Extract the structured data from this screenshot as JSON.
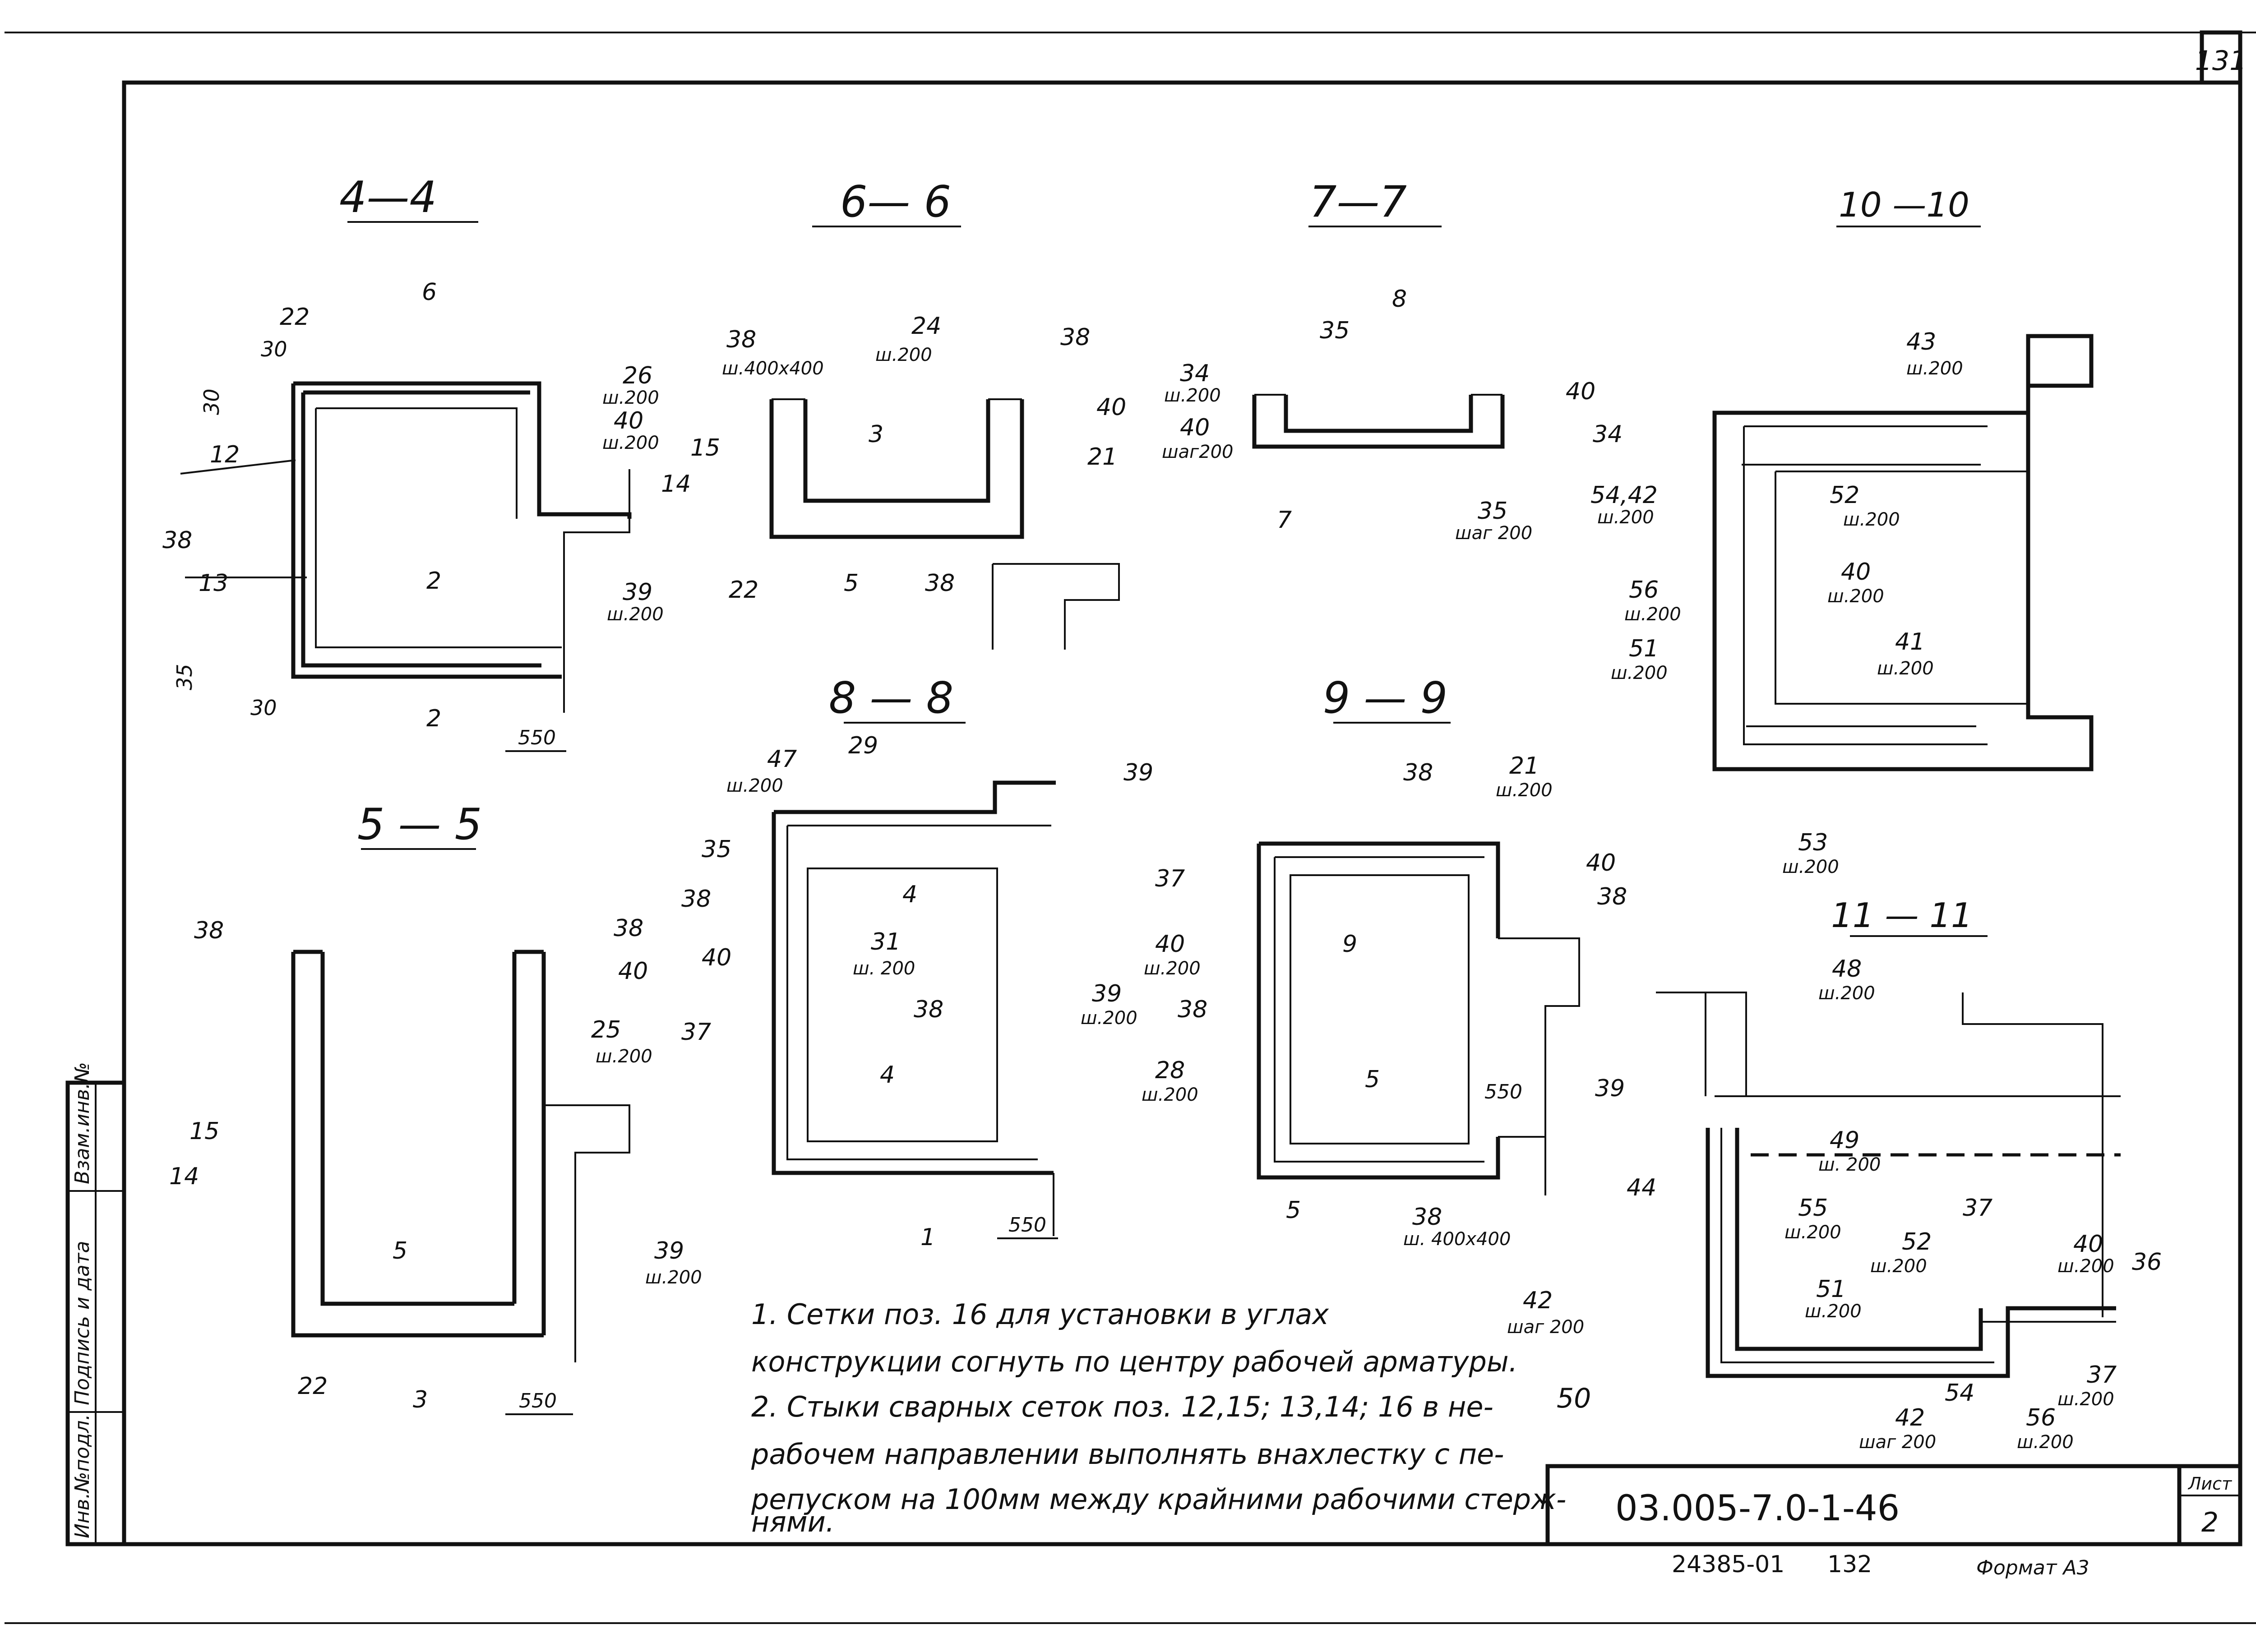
{
  "sheet": {
    "page_number_top": "131",
    "doc_code": "03.005-7.0-1-46",
    "list_label": "Лист",
    "list_number": "2",
    "bottom_code": "24385-01",
    "bottom_page": "132",
    "format": "Формат А3"
  },
  "side_stamp": {
    "col1": "Инв.№подл.",
    "col2": "Подпись и дата",
    "col3": "Взам.инв.№"
  },
  "sections": {
    "s4": {
      "title": "4—4",
      "labels": [
        "6",
        "22",
        "30",
        "30",
        "26",
        "ш.200",
        "40",
        "ш.200",
        "12",
        "38",
        "13",
        "2",
        "39",
        "ш.200",
        "35",
        "30",
        "2",
        "550"
      ]
    },
    "s6": {
      "title": "6— 6",
      "labels": [
        "38",
        "ш.400х400",
        "24",
        "ш.200",
        "38",
        "40",
        "3",
        "15",
        "14",
        "21",
        "22",
        "5",
        "38"
      ]
    },
    "s7": {
      "title": "7—7",
      "labels": [
        "8",
        "35",
        "34",
        "ш.200",
        "40",
        "шаг200",
        "40",
        "34",
        "35",
        "шаг 200",
        "7"
      ]
    },
    "s10": {
      "title": "10 —10",
      "labels": [
        "43",
        "ш.200",
        "54,42",
        "ш.200",
        "52",
        "ш.200",
        "56",
        "ш.200",
        "40",
        "ш.200",
        "51",
        "ш.200",
        "41",
        "ш.200",
        "53",
        "ш.200"
      ]
    },
    "s5": {
      "title": "5 — 5",
      "labels": [
        "38",
        "38",
        "40",
        "25",
        "ш.200",
        "15",
        "14",
        "5",
        "39",
        "ш.200",
        "22",
        "3",
        "550"
      ]
    },
    "s8": {
      "title": "8 — 8",
      "labels": [
        "47",
        "ш.200",
        "29",
        "39",
        "35",
        "4",
        "38",
        "31",
        "ш. 200",
        "40",
        "37",
        "38",
        "4",
        "39",
        "ш.200",
        "1",
        "550"
      ]
    },
    "s9": {
      "title": "9 — 9",
      "labels": [
        "38",
        "21",
        "ш.200",
        "37",
        "40",
        "9",
        "38",
        "40",
        "ш.200",
        "38",
        "28",
        "ш.200",
        "5",
        "550",
        "39",
        "5",
        "38",
        "ш. 400х400"
      ]
    },
    "s11": {
      "title": "11 — 11",
      "labels": [
        "48",
        "ш.200",
        "49",
        "ш. 200",
        "44",
        "55",
        "ш.200",
        "52",
        "ш.200",
        "37",
        "40",
        "ш.200",
        "36",
        "42",
        "шаг 200",
        "51",
        "ш.200",
        "37",
        "ш.200",
        "50",
        "42",
        "шаг 200",
        "54",
        "56",
        "ш.200"
      ]
    }
  },
  "notes": [
    "1. Сетки поз. 16 для установки в углах",
    "конструкции согнуть по центру рабочей арматуры.",
    "2. Стыки сварных сеток поз. 12,15; 13,14; 16 в не-",
    "рабочем направлении выполнять внахлестку с пе-",
    "репуском на 100мм между крайними рабочими стерж-",
    "нями."
  ]
}
